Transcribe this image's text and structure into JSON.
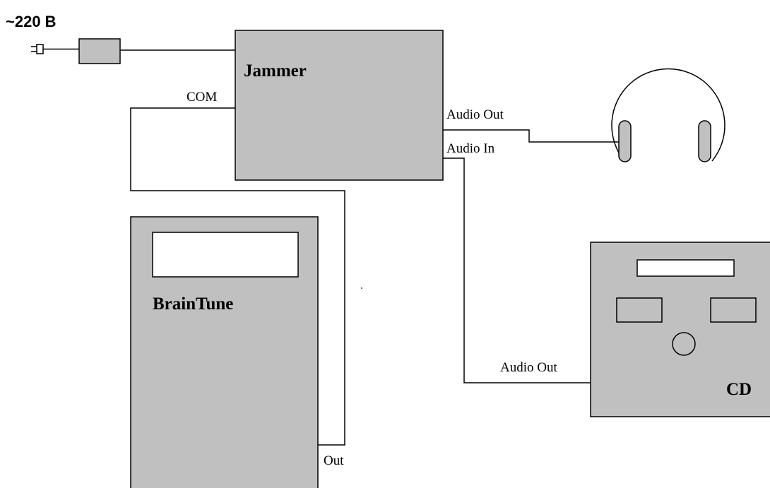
{
  "power": {
    "label": "~220 B"
  },
  "jammer": {
    "title": "Jammer",
    "com_label": "COM",
    "audio_out_label": "Audio Out",
    "audio_in_label": "Audio In"
  },
  "braintune": {
    "title": "BrainTune",
    "out_label": "Out"
  },
  "cd": {
    "title": "CD",
    "audio_out_label": "Audio Out"
  },
  "colors": {
    "device_fill": "#c0c0c0",
    "line": "#000000",
    "background": "#ffffff"
  }
}
